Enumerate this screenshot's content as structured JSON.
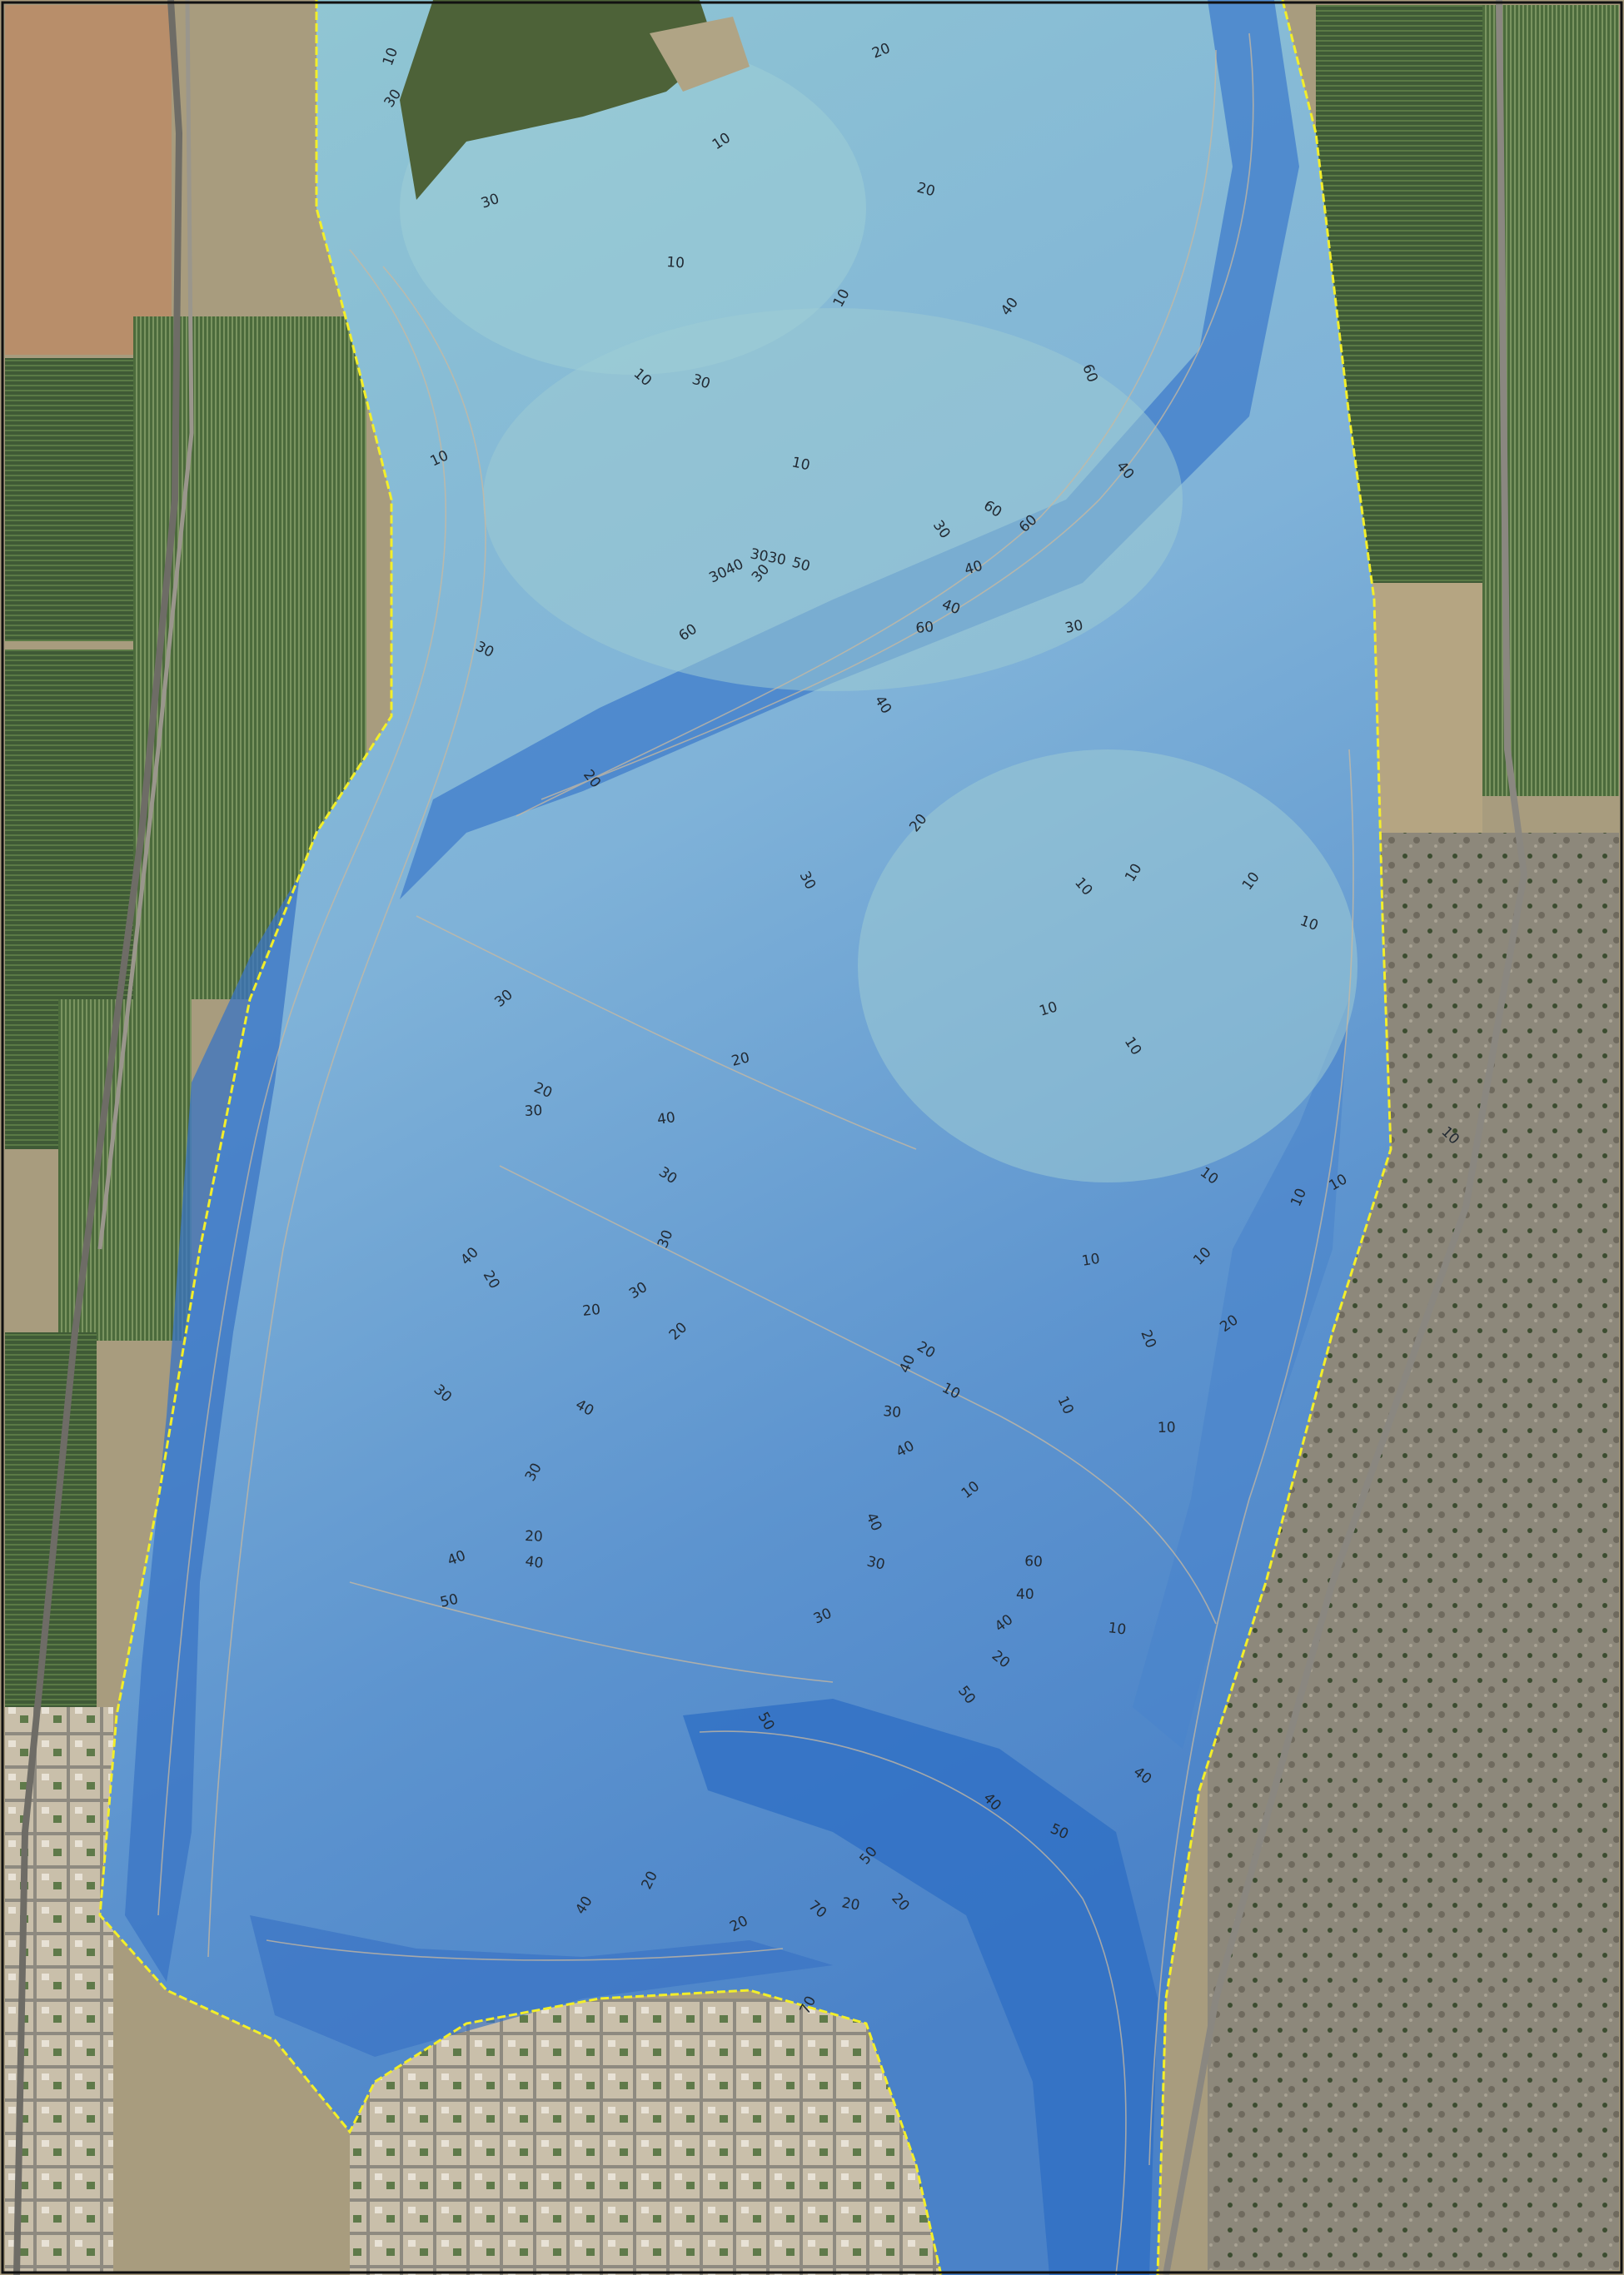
{
  "map": {
    "colors": {
      "land_dark": "#3f5a36",
      "land_light": "#b8ad8e",
      "land_dry": "#a89c7e",
      "mountain": "#8a857a",
      "town": "#bdb3a0",
      "water_shallow": "#8fc6cf",
      "water_mid": "#6aa4d6",
      "water_deep": "#2f6fc4",
      "water_deepest": "#1a55b0",
      "shoreline": "#f2ee2a",
      "contour": "#c9b9a0",
      "frame": "#111111"
    },
    "icons": [
      "shoreline-line",
      "contour-line",
      "orchard-parcel",
      "road",
      "town-block",
      "mountain-slope"
    ],
    "contour_labels": [
      {
        "text": "10"
      },
      {
        "text": "10"
      },
      {
        "text": "10"
      },
      {
        "text": "10"
      },
      {
        "text": "10"
      },
      {
        "text": "10"
      },
      {
        "text": "10"
      },
      {
        "text": "10"
      },
      {
        "text": "10"
      },
      {
        "text": "10"
      },
      {
        "text": "10"
      },
      {
        "text": "10"
      },
      {
        "text": "10"
      },
      {
        "text": "10"
      },
      {
        "text": "10"
      },
      {
        "text": "10"
      },
      {
        "text": "10"
      },
      {
        "text": "10"
      },
      {
        "text": "10"
      },
      {
        "text": "10"
      },
      {
        "text": "10"
      },
      {
        "text": "10"
      },
      {
        "text": "10"
      },
      {
        "text": "10"
      },
      {
        "text": "20"
      },
      {
        "text": "20"
      },
      {
        "text": "20"
      },
      {
        "text": "20"
      },
      {
        "text": "20"
      },
      {
        "text": "20"
      },
      {
        "text": "20"
      },
      {
        "text": "20"
      },
      {
        "text": "20"
      },
      {
        "text": "20"
      },
      {
        "text": "20"
      },
      {
        "text": "20"
      },
      {
        "text": "20"
      },
      {
        "text": "20"
      },
      {
        "text": "20"
      },
      {
        "text": "20"
      },
      {
        "text": "20"
      },
      {
        "text": "20"
      },
      {
        "text": "30"
      },
      {
        "text": "30"
      },
      {
        "text": "30"
      },
      {
        "text": "30"
      },
      {
        "text": "30"
      },
      {
        "text": "30"
      },
      {
        "text": "30"
      },
      {
        "text": "30"
      },
      {
        "text": "30"
      },
      {
        "text": "30"
      },
      {
        "text": "30"
      },
      {
        "text": "30"
      },
      {
        "text": "30"
      },
      {
        "text": "30"
      },
      {
        "text": "30"
      },
      {
        "text": "30"
      },
      {
        "text": "30"
      },
      {
        "text": "30"
      },
      {
        "text": "40"
      },
      {
        "text": "40"
      },
      {
        "text": "40"
      },
      {
        "text": "40"
      },
      {
        "text": "40"
      },
      {
        "text": "40"
      },
      {
        "text": "40"
      },
      {
        "text": "40"
      },
      {
        "text": "40"
      },
      {
        "text": "40"
      },
      {
        "text": "40"
      },
      {
        "text": "40"
      },
      {
        "text": "40"
      },
      {
        "text": "40"
      },
      {
        "text": "40"
      },
      {
        "text": "40"
      },
      {
        "text": "40"
      },
      {
        "text": "40"
      },
      {
        "text": "50"
      },
      {
        "text": "50"
      },
      {
        "text": "50"
      },
      {
        "text": "50"
      },
      {
        "text": "50"
      },
      {
        "text": "50"
      },
      {
        "text": "60"
      },
      {
        "text": "60"
      },
      {
        "text": "60"
      },
      {
        "text": "60"
      },
      {
        "text": "60"
      },
      {
        "text": "60"
      },
      {
        "text": "70"
      },
      {
        "text": "70"
      },
      {
        "text": "3040"
      },
      {
        "text": "3030"
      }
    ]
  }
}
